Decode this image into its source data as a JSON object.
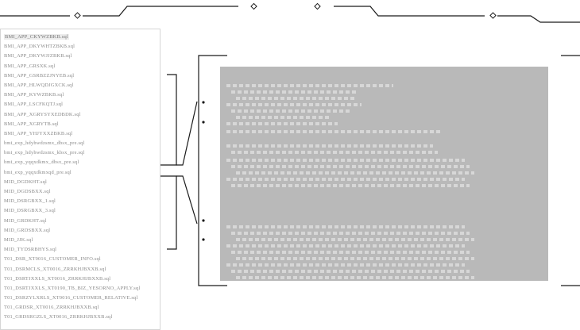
{
  "files": [
    "BMI_APP_CKYWZBKB.sql",
    "BMI_APP_DKYWHTZBKB.sql",
    "BMI_APP_DKYWJJZBKB.sql",
    "BMI_APP_GRSXK.sql",
    "BMI_APP_GSRBZZJNYEB.sql",
    "BMI_APP_HLWQDJGXCK.sql",
    "BMI_APP_KYWZBKB.sql",
    "BMI_APP_LSCFKQTJ.sql",
    "BMI_APP_XGRYSYXEDBDK.sql",
    "BMI_APP_XGRYTB.sql",
    "BMI_APP_YHJYXXZBKB.sql",
    "bmi_exp_hdyhwdzsmx_dbsx_pre.sql",
    "bmi_exp_hdyhwdzsmx_kbsx_pre.sql",
    "bmi_exp_yqqxdkmx_dbsx_pre.sql",
    "bmi_exp_yqqxdkmxqd_pre.sql",
    "MID_DGDKHT.sql",
    "MID_DGDSBXX.sql",
    "MID_DSRGBXX_1.sql",
    "MID_DSRGBXX_3.sql",
    "MID_GRDKHT.sql",
    "MID_GRDSBXX.sql",
    "MID_JJK.sql",
    "MID_TYDSRBHYS.sql",
    "T01_DSR_XT0016_CUSTOMER_INFO.sql",
    "T01_DSRMCLS_XT0016_ZRRKHJBXXB.sql",
    "T01_DSRTJXXLS_XT0016_ZRRKHJBXXB.sql",
    "T01_DSRTJXXLS_XT0190_TB_BIZ_YESORNO_APPLY.sql",
    "T01_DSRZYLXRLS_XT0016_CUSTOMER_RELATIVE.sql",
    "T01_GRDSR_XT0016_ZRRKHJBXXB.sql",
    "T01_GRDSRGZLS_XT0016_ZRRKHJBXXB.sql"
  ],
  "selected_index": 0,
  "colors": {
    "frame_line": "#1a1a1a",
    "code_background": "#b9b9b9",
    "code_text": "#e8e8e8",
    "file_text": "#8a8a8a"
  }
}
